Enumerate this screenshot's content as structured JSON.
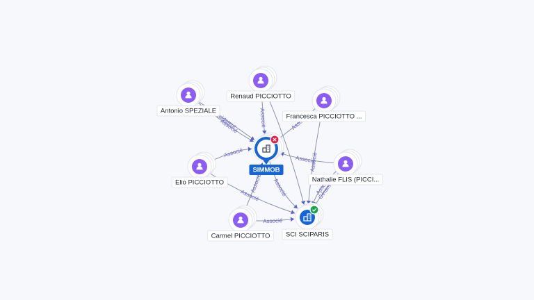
{
  "colors": {
    "person": "#8b5cf6",
    "company": "#1565d8",
    "badge_closed": "#e11d48",
    "badge_active": "#16a34a",
    "edge": "#8b93a8",
    "edge_label": "#6b63c9"
  },
  "nodes": [
    {
      "id": "simmob",
      "label": "SIMMOB",
      "type": "company-main",
      "icon": "building-icon",
      "badge": "closed-badge-icon"
    },
    {
      "id": "sciparis",
      "label": "SCI SCIPARIS",
      "type": "company",
      "icon": "building-icon",
      "badge": "check-badge-icon"
    },
    {
      "id": "renaud",
      "label": "Renaud PICCIOTTO",
      "type": "person",
      "icon": "person-icon"
    },
    {
      "id": "antonio",
      "label": "Antonio SPEZIALE",
      "type": "person",
      "icon": "person-icon"
    },
    {
      "id": "francesca",
      "label": "Francesca PICCIOTTO ...",
      "type": "person",
      "icon": "person-icon"
    },
    {
      "id": "elio",
      "label": "Elio PICCIOTTO",
      "type": "person",
      "icon": "person-icon"
    },
    {
      "id": "nathalie",
      "label": "Nathalie FLIS (PICCI...",
      "type": "person",
      "icon": "person-icon"
    },
    {
      "id": "carmel",
      "label": "Carmel PICCIOTTO",
      "type": "person",
      "icon": "person-icon"
    }
  ],
  "edges": [
    {
      "from": "renaud",
      "to": "simmob",
      "label": "Associé"
    },
    {
      "from": "renaud",
      "to": "sciparis",
      "label": ""
    },
    {
      "from": "antonio",
      "to": "simmob",
      "label": "Liquidateur"
    },
    {
      "from": "antonio",
      "to": "simmob",
      "label": "Associé"
    },
    {
      "from": "francesca",
      "to": "simmob",
      "label": "Associé"
    },
    {
      "from": "francesca",
      "to": "sciparis",
      "label": "Associé"
    },
    {
      "from": "elio",
      "to": "simmob",
      "label": "Associé"
    },
    {
      "from": "elio",
      "to": "sciparis",
      "label": "Associé"
    },
    {
      "from": "nathalie",
      "to": "simmob",
      "label": "Associé"
    },
    {
      "from": "nathalie",
      "to": "sciparis",
      "label": "Gérant"
    },
    {
      "from": "nathalie",
      "to": "sciparis",
      "label": "Associé"
    },
    {
      "from": "carmel",
      "to": "simmob",
      "label": "Associé"
    },
    {
      "from": "carmel",
      "to": "sciparis",
      "label": "Associé"
    },
    {
      "from": "simmob",
      "to": "sciparis",
      "label": "Associé"
    }
  ]
}
